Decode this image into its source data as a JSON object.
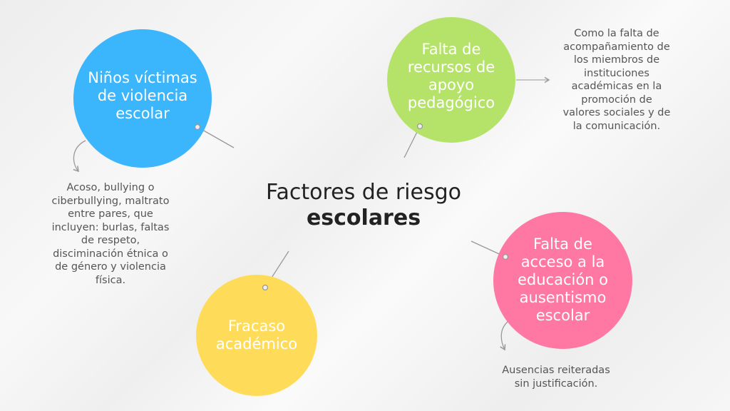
{
  "title": {
    "line1": "Factores de riesgo",
    "line2": "escolares"
  },
  "nodes": [
    {
      "label": "Niños víctimas\nde violencia\nescolar",
      "color": "#3bb5fb",
      "description": "Acoso, bullying o\nciberbullying, maltrato\nentre pares, que\nincluyen: burlas, faltas\nde respeto,\ndisciminación étnica o\nde género y violencia\nfísica."
    },
    {
      "label": "Falta de\nrecursos de\napoyo\npedagógico",
      "color": "#b5e36a",
      "description": "Como la falta de\nacompañamiento de\nlos miembros de\ninstituciones\nacadémicas en la\npromoción de\nvalores sociales y de\nla comunicación."
    },
    {
      "label": "Fracaso\nacadémico",
      "color": "#fedc5a"
    },
    {
      "label": "Falta de\nacceso a la\neducación o\nausentismo\nescolar",
      "color": "#fe78a3",
      "description": "Ausencias reiteradas\nsin justificación."
    }
  ]
}
